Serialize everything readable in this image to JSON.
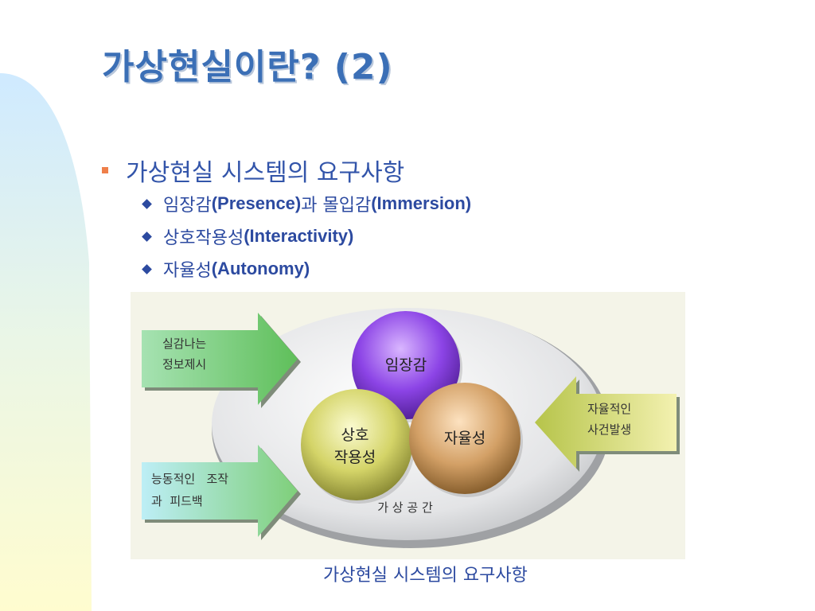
{
  "title": "가상현실이란? (2)",
  "main_bullet": "가상현실 시스템의 요구사항",
  "sub_bullets": [
    {
      "ko": "임장감",
      "en": "(Presence)",
      "mid": "과 몰입감",
      "en2": "(Immersion)"
    },
    {
      "ko": "상호작용성",
      "en": "(Interactivity)"
    },
    {
      "ko": "자율성",
      "en": "(Autonomy)"
    }
  ],
  "diagram": {
    "circle_top": "임장감",
    "circle_left_line1": "상호",
    "circle_left_line2": "작용성",
    "circle_right": "자율성",
    "space_label": "가 상 공 간",
    "arrow_top_left_line1": "실감나는",
    "arrow_top_left_line2": "정보제시",
    "arrow_bottom_left_line1": "능동적인   조작",
    "arrow_bottom_left_line2": "과  피드백",
    "arrow_right_line1": "자율적인",
    "arrow_right_line2": "사건발생"
  },
  "caption": "가상현실 시스템의 요구사항",
  "colors": {
    "title": "#3b6fb6",
    "bullet_square": "#ef7f4a",
    "text": "#2c4aa0"
  }
}
